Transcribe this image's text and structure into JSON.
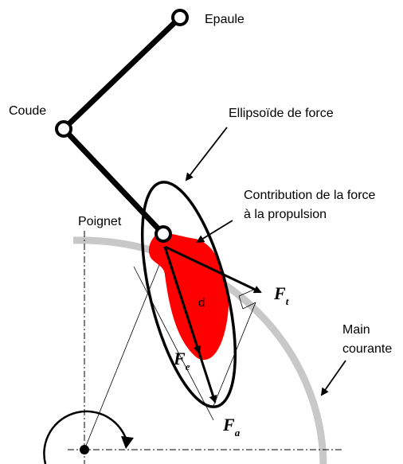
{
  "labels": {
    "shoulder": "Epaule",
    "elbow": "Coude",
    "wrist": "Poignet",
    "force_ellipsoid": "Ellipsoïde de force",
    "contribution_line1": "Contribution de la force",
    "contribution_line2": "à la propulsion",
    "handrim_line1": "Main",
    "handrim_line2": "courante",
    "distance": "d"
  },
  "forces": {
    "tangential": {
      "symbol": "F",
      "subscript": "t"
    },
    "effective": {
      "symbol": "F",
      "subscript": "e"
    },
    "applied": {
      "symbol": "F",
      "subscript": "a"
    }
  },
  "colors": {
    "limb": "#000000",
    "contribution_fill": "#ff0000",
    "handrim": "#c8c8c8",
    "ellipse": "#000000"
  }
}
